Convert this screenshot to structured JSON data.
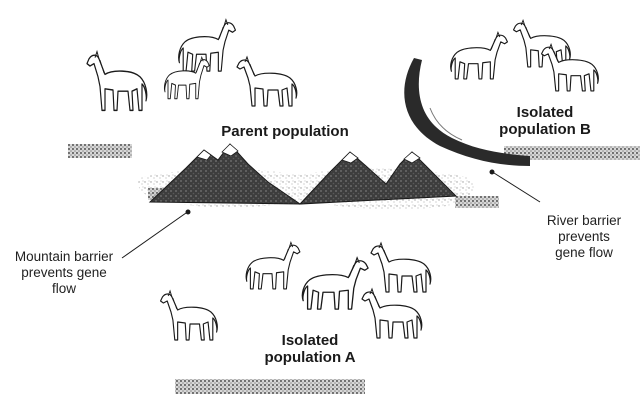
{
  "labels": {
    "parent_population": "Parent population",
    "population_b": [
      "Isolated",
      "population B"
    ],
    "population_a": [
      "Isolated",
      "population A"
    ],
    "mountain_barrier": [
      "Mountain barrier",
      "prevents gene",
      "flow"
    ],
    "river_barrier": [
      "River barrier",
      "prevents",
      "gene flow"
    ]
  },
  "icons": [
    "horse-icon",
    "mountain-icon",
    "river-icon"
  ],
  "colors": {
    "ink": "#1a1a1a",
    "river": "#2a2a2a",
    "halftone": "#9a9a9a"
  }
}
